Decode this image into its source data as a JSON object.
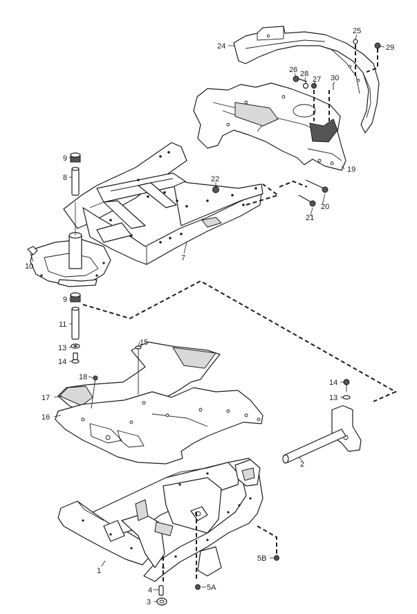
{
  "callouts": {
    "c1": "1",
    "c2": "2",
    "c3": "3",
    "c4": "4",
    "c5a": "5A",
    "c5b": "5B",
    "c7": "7",
    "c8": "8",
    "c9_top": "9",
    "c9_bottom": "9",
    "c10": "10",
    "c11": "11",
    "c13_left": "13",
    "c13_right": "13",
    "c14_left": "14",
    "c14_right": "14",
    "c15": "15",
    "c16": "16",
    "c17": "17",
    "c18": "18",
    "c19": "19",
    "c20": "20",
    "c21": "21",
    "c22": "22",
    "c24": "24",
    "c25": "25",
    "c26": "26",
    "c27": "27",
    "c28": "28",
    "c29": "29",
    "c30": "30"
  },
  "colors": {
    "line": "#1a1a1a",
    "fill": "#ffffff",
    "shade": "#d9d9d9"
  }
}
